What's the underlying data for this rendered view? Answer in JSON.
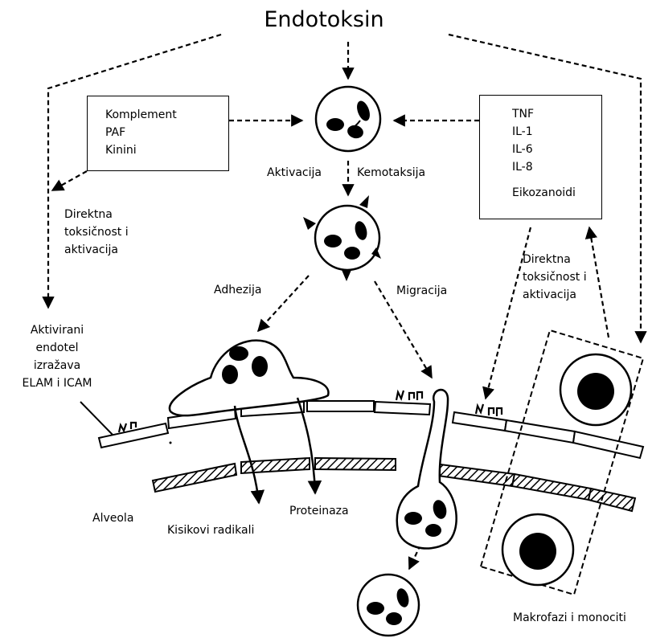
{
  "title": "Endotoksin",
  "left_box": {
    "lines": [
      "Komplement",
      "PAF",
      "Kinini"
    ]
  },
  "right_box": {
    "lines": [
      "TNF",
      "IL-1",
      "IL-6",
      "IL-8"
    ],
    "extra": "Eikozanoidi"
  },
  "labels": {
    "aktivacija": "Aktivacija",
    "kemotaksija": "Kemotaksija",
    "direktna_left": [
      "Direktna",
      "toksičnost i",
      "aktivacija"
    ],
    "direktna_right": [
      "Direktna",
      "toksičnost i",
      "aktivacija"
    ],
    "adhezija": "Adhezija",
    "migracija": "Migracija",
    "aktivirani": [
      "Aktivirani",
      "endotel",
      "izražava",
      "ELAM i ICAM"
    ],
    "alveola": "Alveola",
    "kisikovi": "Kisikovi radikali",
    "proteinaza": "Proteinaza",
    "makrofazi": "Makrofazi i monociti"
  }
}
